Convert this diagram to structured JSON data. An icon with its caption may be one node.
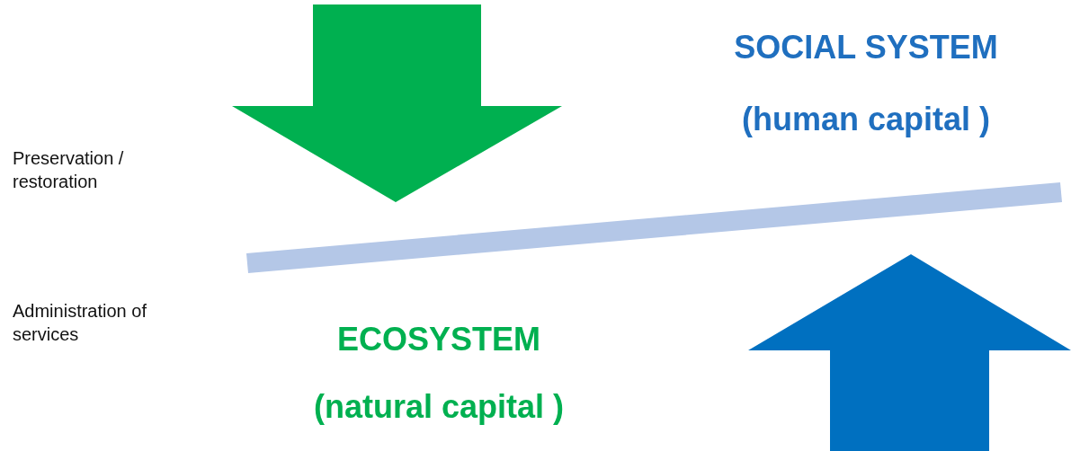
{
  "diagram": {
    "labels": [
      "SOCIAL SYSTEM",
      "(human capital )",
      "Preservation / restoration",
      "Administration of services",
      "ECOSYSTEM",
      "(natural capital )"
    ]
  }
}
